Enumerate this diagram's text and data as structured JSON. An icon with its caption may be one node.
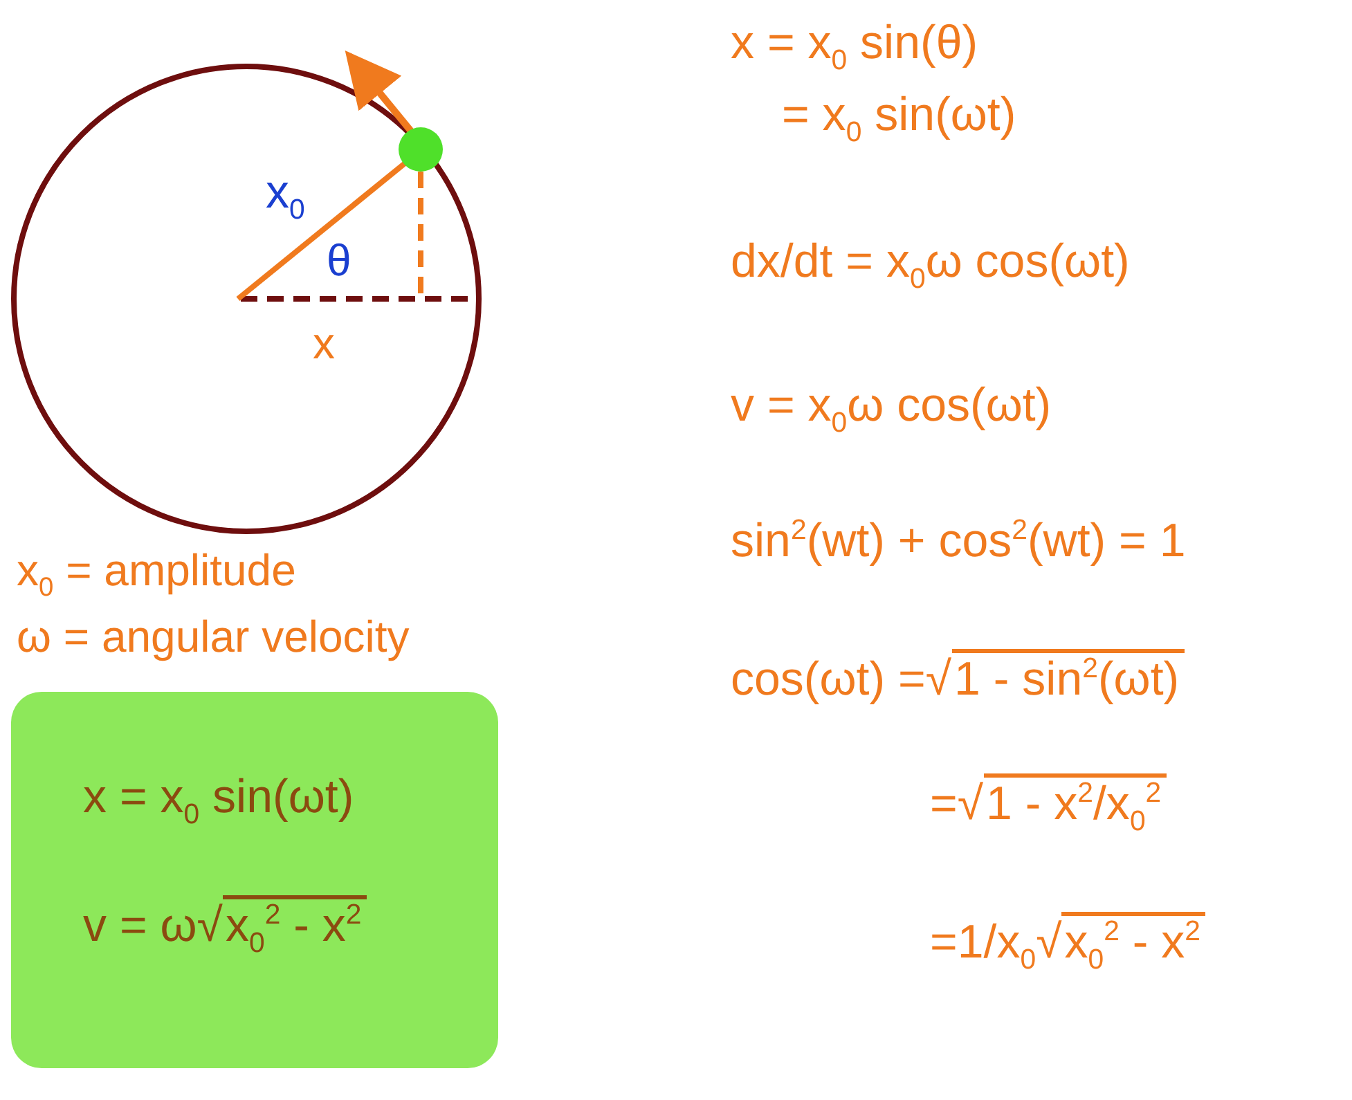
{
  "diagram": {
    "nodes": [
      {
        "text": [
          "x = x$_{0}$ sin(ωt)",
          "v = ω√x$_{0}$$^{2}$ - x$^{2}$"
        ]
      }
    ],
    "labels": [
      "x$_{0}$",
      "θ",
      "x",
      "x$_{0}$ = amplitude",
      "ω = angular velocity",
      "x = x$_{0}$ sin(θ)",
      "= x$_{0}$ sin(ωt)",
      "dx/dt = x$_{0}$ω cos(ωt)",
      "v = x$_{0}$ω cos(ωt)",
      "sin$^{2}$(wt) + cos$^{2}$(wt) = 1",
      "cos(ωt) =√1 - sin$^{2}$(ωt)",
      "=√1 - x$^{2}$/x$_{0}$$^{2}$",
      "=1/x$_{0}$√x$_{0}$$^{2}$ - x$^{2}$"
    ]
  }
}
